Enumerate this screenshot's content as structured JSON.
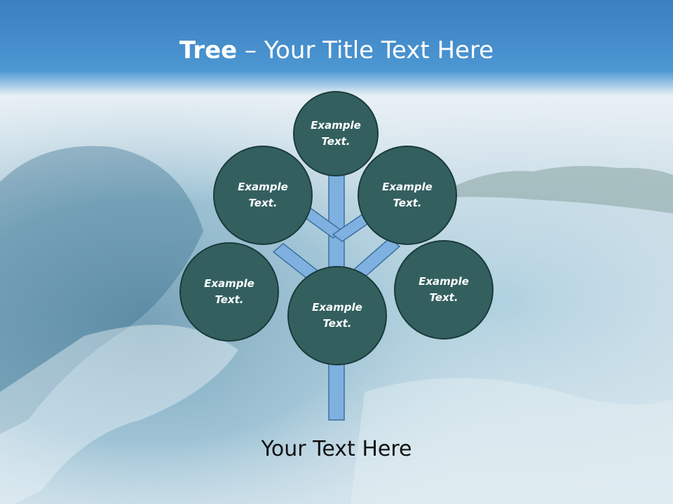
{
  "slide": {
    "title_bold": "Tree",
    "title_rest": " – Your Title Text Here",
    "footer_text": "Your Text Here"
  },
  "nodes": {
    "top": "Example Text.",
    "upper_left": "Example Text.",
    "upper_right": "Example Text.",
    "lower_left": "Example Text.",
    "center": "Example Text.",
    "lower_right": "Example Text."
  },
  "colors": {
    "title_band": "#3f8bc9",
    "node_fill": "#33605f",
    "node_border": "#1b3b3c",
    "branch_fill": "#7fb1e0",
    "branch_stroke": "#3d6f9e"
  },
  "background": "ocean-wave-photo"
}
